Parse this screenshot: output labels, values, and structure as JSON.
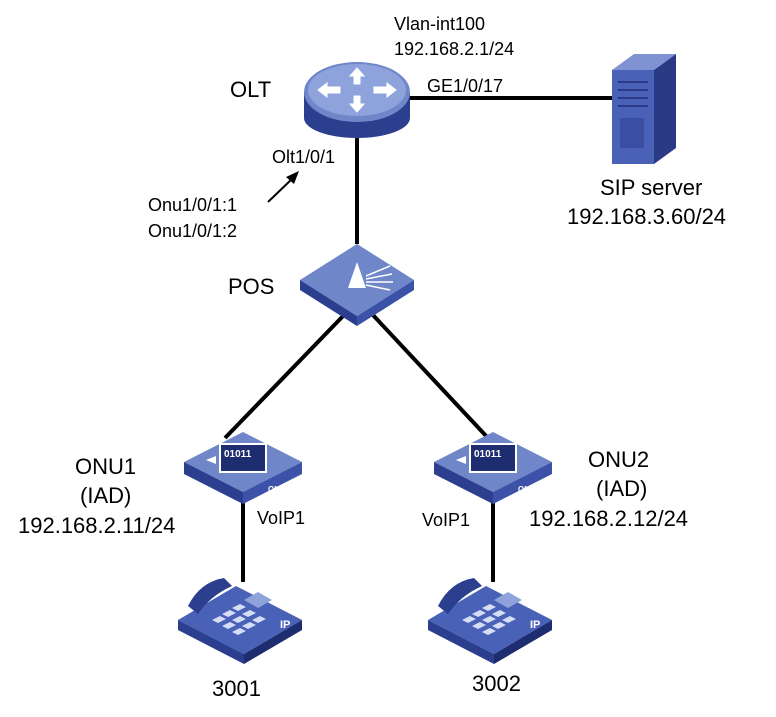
{
  "colors": {
    "device_top": "#6f87c9",
    "device_top_light": "#9aaee0",
    "device_side": "#2c3f8f",
    "device_front": "#3b52a8",
    "line": "#000000",
    "white": "#ffffff",
    "server_front": "#2b3a85",
    "server_side": "#4a61b8"
  },
  "icons": {
    "olt": "router-icon",
    "server": "server-tower-icon",
    "pos": "splitter-icon",
    "onu": "onu-box-icon",
    "phone": "ip-phone-icon"
  },
  "labels": {
    "olt_name": "OLT",
    "vlan_int": "Vlan-int100",
    "vlan_ip": "192.168.2.1/24",
    "ge_port": "GE1/0/17",
    "olt_port": "Olt1/0/1",
    "onu_port_1": "Onu1/0/1:1",
    "onu_port_2": "Onu1/0/1:2",
    "pos_name": "POS",
    "server_name": "SIP server",
    "server_ip": "192.168.3.60/24",
    "onu1_name": "ONU1",
    "onu1_type": "(IAD)",
    "onu1_ip": "192.168.2.11/24",
    "onu1_port": "VoIP1",
    "onu2_name": "ONU2",
    "onu2_type": "(IAD)",
    "onu2_ip": "192.168.2.12/24",
    "onu2_port": "VoIP1",
    "phone1_number": "3001",
    "phone2_number": "3002",
    "onu_badge": "ONU",
    "onu_display": "01011",
    "phone_badge": "IP"
  }
}
